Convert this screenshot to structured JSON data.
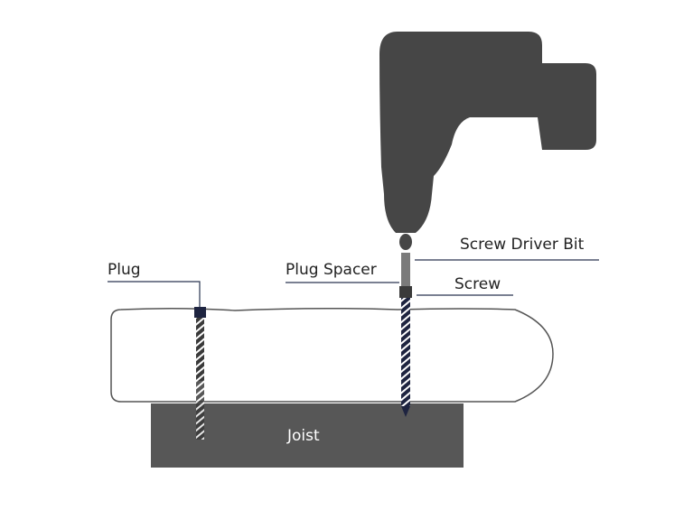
{
  "labels": {
    "plug": "Plug",
    "plug_spacer": "Plug Spacer",
    "screw_driver_bit": "Screw Driver Bit",
    "screw": "Screw",
    "joist": "Joist"
  },
  "colors": {
    "drill": "#464646",
    "joist": "#575757",
    "screw": "#1e2440",
    "plug_screw": "#4a4a4a",
    "leader": "#2a3550"
  }
}
